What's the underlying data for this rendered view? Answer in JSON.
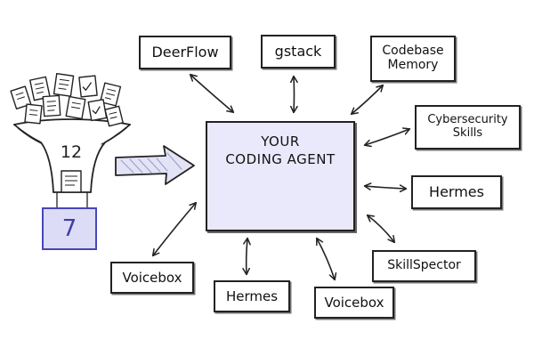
{
  "agent": {
    "title_line1": "YOUR",
    "title_line2": "CODING AGENT",
    "icon": "robot-icon"
  },
  "funnel": {
    "count_in": "12",
    "count_out": "7",
    "input_icon": "documents-icon",
    "accent": "#4646b8",
    "result_fill": "#dcdcf6"
  },
  "colors": {
    "agent_fill": "#e9e9fb",
    "stroke": "#222222"
  },
  "tools": [
    {
      "id": "deerflow",
      "lines": [
        "DeerFlow"
      ]
    },
    {
      "id": "gstack",
      "lines": [
        "gstack"
      ]
    },
    {
      "id": "codebase-memory",
      "lines": [
        "Codebase",
        "Memory"
      ]
    },
    {
      "id": "cybersecurity-skills",
      "lines": [
        "Cybersecurity",
        "Skills"
      ]
    },
    {
      "id": "hermes-right",
      "lines": [
        "Hermes"
      ]
    },
    {
      "id": "skillspector",
      "lines": [
        "SkillSpector"
      ]
    },
    {
      "id": "voicebox-bottom",
      "lines": [
        "Voicebox"
      ]
    },
    {
      "id": "hermes-bottom",
      "lines": [
        "Hermes"
      ]
    },
    {
      "id": "voicebox-left",
      "lines": [
        "Voicebox"
      ]
    }
  ]
}
